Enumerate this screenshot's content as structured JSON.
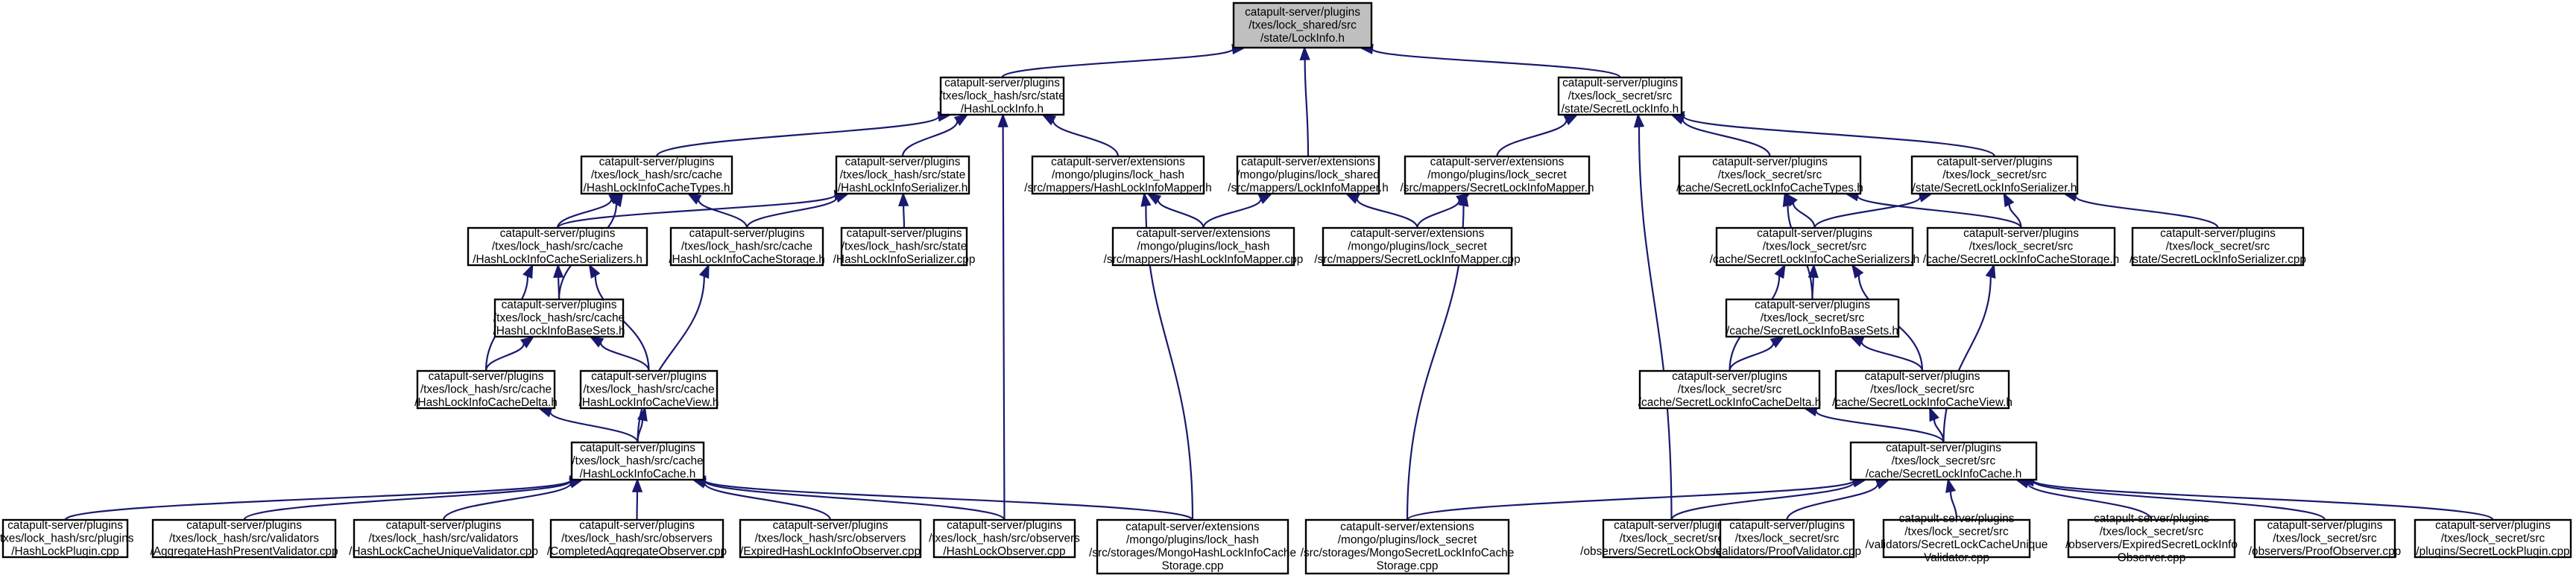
{
  "diagram": {
    "type": "include-dependency-graph",
    "edge_color": "#191970",
    "root_fill": "#bfbfbf",
    "nodes": {
      "root": [
        "catapult-server/plugins",
        "/txes/lock_shared/src",
        "/state/LockInfo.h"
      ],
      "hl_info": [
        "catapult-server/plugins",
        "/txes/lock_hash/src/state",
        "/HashLockInfo.h"
      ],
      "shared_mapper": [
        "catapult-server/extensions",
        "/mongo/plugins/lock_shared",
        "/src/mappers/LockInfoMapper.h"
      ],
      "sl_info": [
        "catapult-server/plugins",
        "/txes/lock_secret/src",
        "/state/SecretLockInfo.h"
      ],
      "hl_cachetypes": [
        "catapult-server/plugins",
        "/txes/lock_hash/src/cache",
        "/HashLockInfoCacheTypes.h"
      ],
      "hl_serializer": [
        "catapult-server/plugins",
        "/txes/lock_hash/src/state",
        "/HashLockInfoSerializer.h"
      ],
      "hl_mapper_h": [
        "catapult-server/extensions",
        "/mongo/plugins/lock_hash",
        "/src/mappers/HashLockInfoMapper.h"
      ],
      "sl_mapper_h": [
        "catapult-server/extensions",
        "/mongo/plugins/lock_secret",
        "/src/mappers/SecretLockInfoMapper.h"
      ],
      "sl_cachetypes": [
        "catapult-server/plugins",
        "/txes/lock_secret/src",
        "/cache/SecretLockInfoCacheTypes.h"
      ],
      "sl_serializer": [
        "catapult-server/plugins",
        "/txes/lock_secret/src",
        "/state/SecretLockInfoSerializer.h"
      ],
      "hl_cacheser": [
        "catapult-server/plugins",
        "/txes/lock_hash/src/cache",
        "/HashLockInfoCacheSerializers.h"
      ],
      "hl_storage": [
        "catapult-server/plugins",
        "/txes/lock_hash/src/cache",
        "/HashLockInfoCacheStorage.h"
      ],
      "hl_serializer_cpp": [
        "catapult-server/plugins",
        "/txes/lock_hash/src/state",
        "/HashLockInfoSerializer.cpp"
      ],
      "hl_mapper_cpp": [
        "catapult-server/extensions",
        "/mongo/plugins/lock_hash",
        "/src/mappers/HashLockInfoMapper.cpp"
      ],
      "sl_mapper_cpp": [
        "catapult-server/extensions",
        "/mongo/plugins/lock_secret",
        "/src/mappers/SecretLockInfoMapper.cpp"
      ],
      "sl_cacheser": [
        "catapult-server/plugins",
        "/txes/lock_secret/src",
        "/cache/SecretLockInfoCacheSerializers.h"
      ],
      "sl_storage": [
        "catapult-server/plugins",
        "/txes/lock_secret/src",
        "/cache/SecretLockInfoCacheStorage.h"
      ],
      "sl_serializer_cpp": [
        "catapult-server/plugins",
        "/txes/lock_secret/src",
        "/state/SecretLockInfoSerializer.cpp"
      ],
      "hl_basesets": [
        "catapult-server/plugins",
        "/txes/lock_hash/src/cache",
        "/HashLockInfoBaseSets.h"
      ],
      "sl_basesets": [
        "catapult-server/plugins",
        "/txes/lock_secret/src",
        "/cache/SecretLockInfoBaseSets.h"
      ],
      "hl_delta": [
        "catapult-server/plugins",
        "/txes/lock_hash/src/cache",
        "/HashLockInfoCacheDelta.h"
      ],
      "hl_view": [
        "catapult-server/plugins",
        "/txes/lock_hash/src/cache",
        "/HashLockInfoCacheView.h"
      ],
      "sl_delta": [
        "catapult-server/plugins",
        "/txes/lock_secret/src",
        "/cache/SecretLockInfoCacheDelta.h"
      ],
      "sl_view": [
        "catapult-server/plugins",
        "/txes/lock_secret/src",
        "/cache/SecretLockInfoCacheView.h"
      ],
      "hl_cache": [
        "catapult-server/plugins",
        "/txes/lock_hash/src/cache",
        "/HashLockInfoCache.h"
      ],
      "sl_cache": [
        "catapult-server/plugins",
        "/txes/lock_secret/src",
        "/cache/SecretLockInfoCache.h"
      ],
      "hl_plugin": [
        "catapult-server/plugins",
        "/txes/lock_hash/src/plugins",
        "/HashLockPlugin.cpp"
      ],
      "hl_aggval": [
        "catapult-server/plugins",
        "/txes/lock_hash/src/validators",
        "/AggregateHashPresentValidator.cpp"
      ],
      "hl_uniqval": [
        "catapult-server/plugins",
        "/txes/lock_hash/src/validators",
        "/HashLockCacheUniqueValidator.cpp"
      ],
      "hl_compobs": [
        "catapult-server/plugins",
        "/txes/lock_hash/src/observers",
        "/CompletedAggregateObserver.cpp"
      ],
      "hl_expobs": [
        "catapult-server/plugins",
        "/txes/lock_hash/src/observers",
        "/ExpiredHashLockInfoObserver.cpp"
      ],
      "hl_lockobs": [
        "catapult-server/plugins",
        "/txes/lock_hash/src/observers",
        "/HashLockObserver.cpp"
      ],
      "hl_mongostor": [
        "catapult-server/extensions",
        "/mongo/plugins/lock_hash",
        "/src/storages/MongoHashLockInfoCache",
        "Storage.cpp"
      ],
      "sl_mongostor": [
        "catapult-server/extensions",
        "/mongo/plugins/lock_secret",
        "/src/storages/MongoSecretLockInfoCache",
        "Storage.cpp"
      ],
      "sl_lockobs": [
        "catapult-server/plugins",
        "/txes/lock_secret/src",
        "/observers/SecretLockObserver.cpp"
      ],
      "sl_proofval": [
        "catapult-server/plugins",
        "/txes/lock_secret/src",
        "/validators/ProofValidator.cpp"
      ],
      "sl_uniqval": [
        "catapult-server/plugins",
        "/txes/lock_secret/src",
        "/validators/SecretLockCacheUnique",
        "Validator.cpp"
      ],
      "sl_expobs": [
        "catapult-server/plugins",
        "/txes/lock_secret/src",
        "/observers/ExpiredSecretLockInfo",
        "Observer.cpp"
      ],
      "sl_proofobs": [
        "catapult-server/plugins",
        "/txes/lock_secret/src",
        "/observers/ProofObserver.cpp"
      ],
      "sl_plugin": [
        "catapult-server/plugins",
        "/txes/lock_secret/src",
        "/plugins/SecretLockPlugin.cpp"
      ]
    }
  }
}
